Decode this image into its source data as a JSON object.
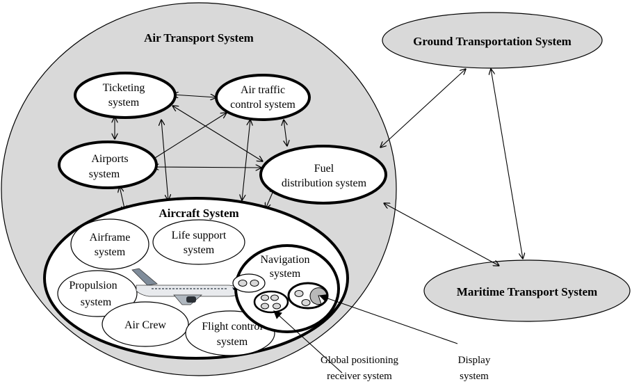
{
  "air_transport": {
    "title": "Air Transport System",
    "ticketing": [
      "Ticketing",
      "system"
    ],
    "atc": [
      "Air traffic",
      "control system"
    ],
    "airports": [
      "Airports",
      "system"
    ],
    "fuel": [
      "Fuel",
      "distribution system"
    ]
  },
  "aircraft": {
    "title": "Aircraft System",
    "airframe": [
      "Airframe",
      "system"
    ],
    "life_support": [
      "Life support",
      "system"
    ],
    "propulsion": [
      "Propulsion",
      "system"
    ],
    "air_crew": "Air Crew",
    "flight_control": [
      "Flight control",
      "system"
    ],
    "navigation": [
      "Navigation",
      "system"
    ]
  },
  "external": {
    "ground": "Ground Transportation System",
    "maritime": "Maritime Transport System"
  },
  "callouts": {
    "gps": [
      "Global positioning",
      "receiver system"
    ],
    "display": [
      "Display",
      "system"
    ]
  },
  "colors": {
    "background": "#ffffff",
    "system_fill": "#d9d9d9",
    "subsystem_fill": "#ffffff",
    "stroke": "#000000"
  },
  "icons": {
    "aircraft": "airplane-icon"
  }
}
